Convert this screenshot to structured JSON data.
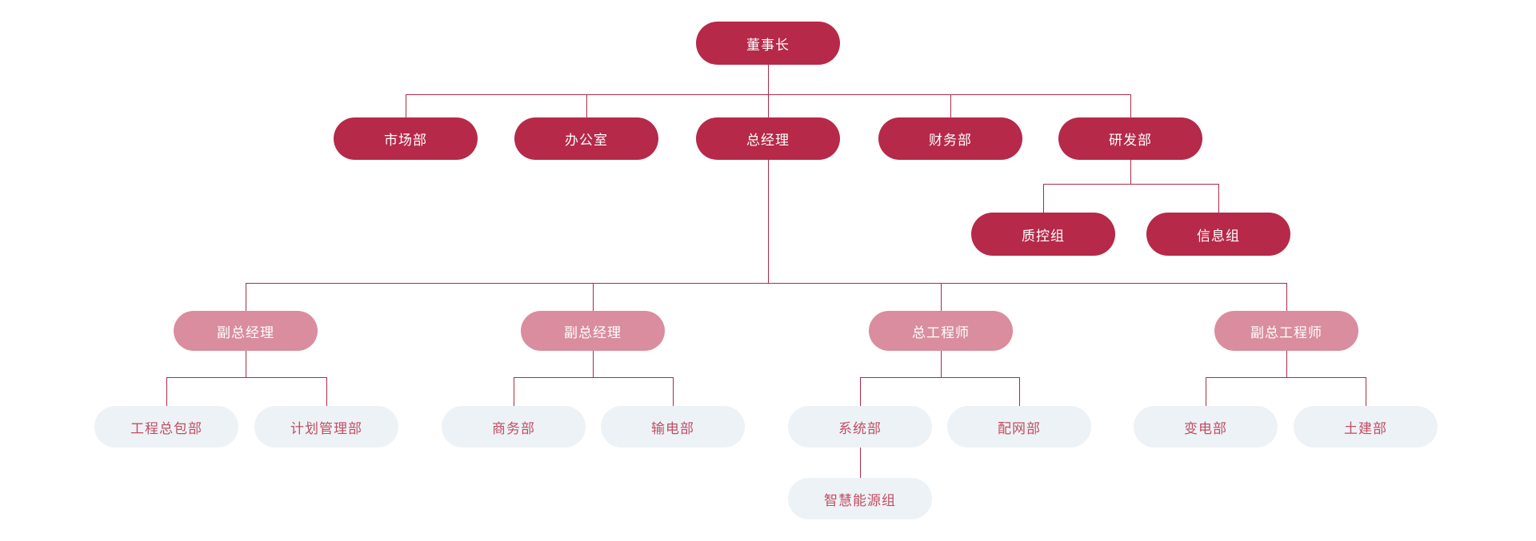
{
  "page": {
    "type": "organization-chart",
    "background": "#ffffff"
  },
  "palette": {
    "dark_node_bg": "#b62949",
    "dark_node_text": "#ffffff",
    "pink_node_bg": "#d98d9e",
    "pink_node_text": "#ffffff",
    "light_node_bg": "#edf2f6",
    "light_node_text": "#c24d63",
    "connector_line": "#a92b4a"
  },
  "nodes": {
    "chairman": "董事长",
    "marketing": "市场部",
    "office": "办公室",
    "gm": "总经理",
    "finance": "财务部",
    "rnd": "研发部",
    "qc": "质控组",
    "info": "信息组",
    "dgm1": "副总经理",
    "dgm2": "副总经理",
    "chief_eng": "总工程师",
    "deputy_chief_eng": "副总工程师",
    "epc": "工程总包部",
    "planning": "计划管理部",
    "commerce": "商务部",
    "transmission": "输电部",
    "system": "系统部",
    "distribution": "配网部",
    "substation": "变电部",
    "civil": "土建部",
    "smart_energy": "智慧能源组"
  },
  "hierarchy": {
    "label": "董事长",
    "children": [
      {
        "label": "市场部"
      },
      {
        "label": "办公室"
      },
      {
        "label": "总经理",
        "children": [
          {
            "label": "副总经理",
            "children": [
              {
                "label": "工程总包部"
              },
              {
                "label": "计划管理部"
              }
            ]
          },
          {
            "label": "副总经理",
            "children": [
              {
                "label": "商务部"
              },
              {
                "label": "输电部"
              }
            ]
          },
          {
            "label": "总工程师",
            "children": [
              {
                "label": "系统部",
                "children": [
                  {
                    "label": "智慧能源组"
                  }
                ]
              },
              {
                "label": "配网部"
              }
            ]
          },
          {
            "label": "副总工程师",
            "children": [
              {
                "label": "变电部"
              },
              {
                "label": "土建部"
              }
            ]
          }
        ]
      },
      {
        "label": "财务部"
      },
      {
        "label": "研发部",
        "children": [
          {
            "label": "质控组"
          },
          {
            "label": "信息组"
          }
        ]
      }
    ]
  }
}
